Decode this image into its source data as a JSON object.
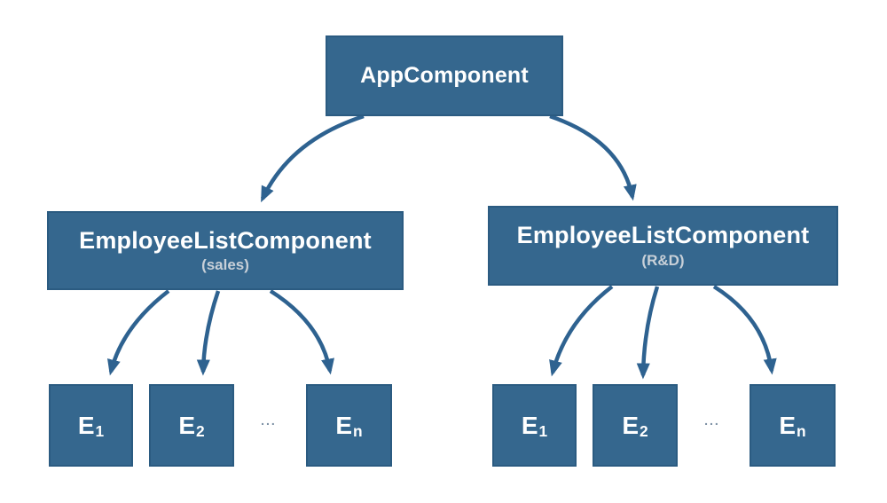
{
  "colors": {
    "box_fill": "#35678E",
    "box_border": "#2B5B81",
    "arrow_color": "#2E6290",
    "text_primary": "#FFFFFF",
    "text_subtitle": "#C8D0D8",
    "dots_color": "#7C90A4",
    "bg": "#FFFFFF"
  },
  "tree": {
    "root": {
      "label": "AppComponent"
    },
    "branches": [
      {
        "label": "EmployeeListComponent",
        "subtitle": "(sales)",
        "ellipsis": "...",
        "children": [
          {
            "base": "E",
            "sub": "1"
          },
          {
            "base": "E",
            "sub": "2"
          },
          {
            "base": "E",
            "sub": "n"
          }
        ]
      },
      {
        "label": "EmployeeListComponent",
        "subtitle": "(R&D)",
        "ellipsis": "...",
        "children": [
          {
            "base": "E",
            "sub": "1"
          },
          {
            "base": "E",
            "sub": "2"
          },
          {
            "base": "E",
            "sub": "n"
          }
        ]
      }
    ]
  }
}
